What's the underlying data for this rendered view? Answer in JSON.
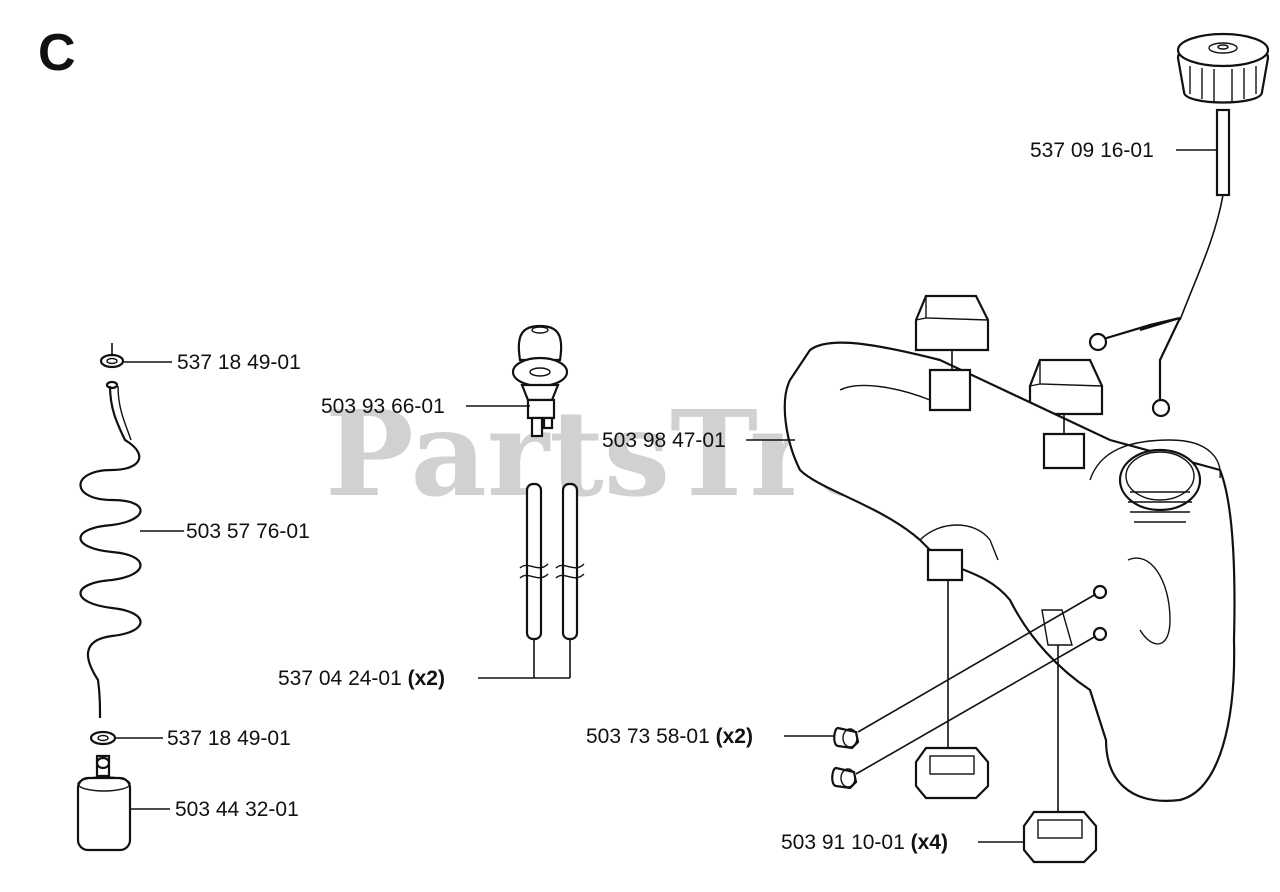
{
  "section_letter": "C",
  "watermark": "PartsTree",
  "parts": {
    "fuel_cap": {
      "number": "537 09 16-01"
    },
    "washer_top": {
      "number": "537 18 49-01"
    },
    "primer_bulb": {
      "number": "503 93 66-01"
    },
    "fuel_tank": {
      "number": "503 98 47-01"
    },
    "fuel_hose": {
      "number": "503 57 76-01"
    },
    "fuel_lines": {
      "number": "537 04 24-01",
      "qty": "(x2)"
    },
    "grommets": {
      "number": "503 73 58-01",
      "qty": "(x2)"
    },
    "washer_bottom": {
      "number": "537 18 49-01"
    },
    "fuel_filter": {
      "number": "503 44 32-01"
    },
    "dampers": {
      "number": "503 91 10-01",
      "qty": "(x4)"
    }
  }
}
